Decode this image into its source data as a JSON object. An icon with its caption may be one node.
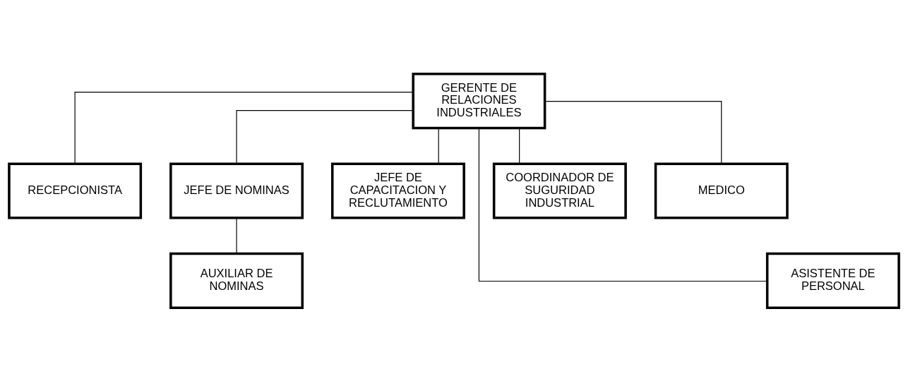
{
  "diagram": {
    "nodes": [
      {
        "text": [
          "GERENTE DE RELACIONES INDUSTRIALES"
        ]
      },
      {
        "text": [
          "RECEPCIONISTA"
        ]
      },
      {
        "text": [
          "JEFE DE NOMINAS"
        ]
      },
      {
        "text": [
          "JEFE DE CAPACITACION Y RECLUTAMIENTO"
        ]
      },
      {
        "text": [
          "COORDINADOR DE SUGURIDAD INDUSTRIAL"
        ]
      },
      {
        "text": [
          "MEDICO"
        ]
      },
      {
        "text": [
          "AUXILIAR DE NOMINAS"
        ]
      },
      {
        "text": [
          "ASISTENTE DE PERSONAL"
        ]
      }
    ],
    "edges": [
      {
        "from": 0,
        "to": 1,
        "arrow": "none"
      },
      {
        "from": 0,
        "to": 2,
        "arrow": "none"
      },
      {
        "from": 0,
        "to": 7,
        "arrow": "none"
      },
      {
        "from": 0,
        "to": 3,
        "arrow": "none"
      },
      {
        "from": 0,
        "to": 4,
        "arrow": "none"
      },
      {
        "from": 0,
        "to": 5,
        "arrow": "none"
      },
      {
        "from": 2,
        "to": 6,
        "arrow": "none"
      }
    ]
  }
}
